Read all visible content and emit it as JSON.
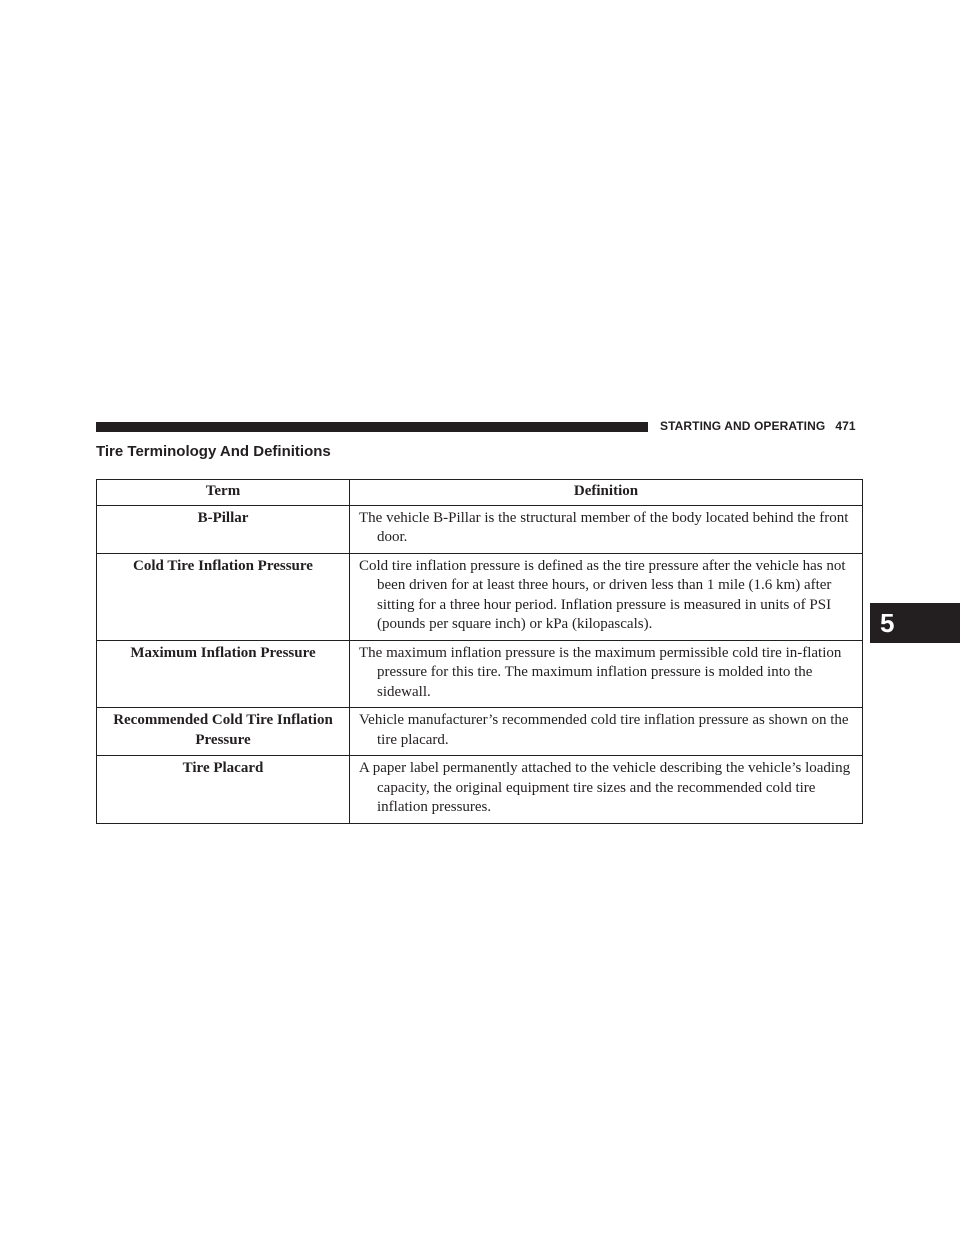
{
  "header": {
    "section": "STARTING AND OPERATING",
    "page_number": "471"
  },
  "chapter_tab": "5",
  "title": "Tire Terminology And Definitions",
  "table": {
    "columns": [
      "Term",
      "Definition"
    ],
    "rows": [
      {
        "term": "B-Pillar",
        "definition": "The vehicle B-Pillar is the structural member of the body located behind the front door."
      },
      {
        "term": "Cold Tire Inflation Pressure",
        "definition": "Cold tire inflation pressure is defined as the tire pressure after the vehicle has not been driven for at least three hours, or driven less than 1 mile (1.6 km) after sitting for a three hour period. Inflation pressure is measured in units of PSI (pounds per square inch) or kPa (kilopascals)."
      },
      {
        "term": "Maximum Inflation Pressure",
        "definition": "The maximum inflation pressure is the maximum permissible cold tire in-flation pressure for this tire. The maximum inflation pressure is molded into the sidewall."
      },
      {
        "term": "Recommended Cold Tire Inflation Pressure",
        "definition": "Vehicle manufacturer’s recommended cold tire inflation pressure as shown on the tire placard."
      },
      {
        "term": "Tire Placard",
        "definition": "A paper label permanently attached to the vehicle describing the vehicle’s loading capacity, the original equipment tire sizes and the recommended cold tire inflation pressures."
      }
    ]
  }
}
